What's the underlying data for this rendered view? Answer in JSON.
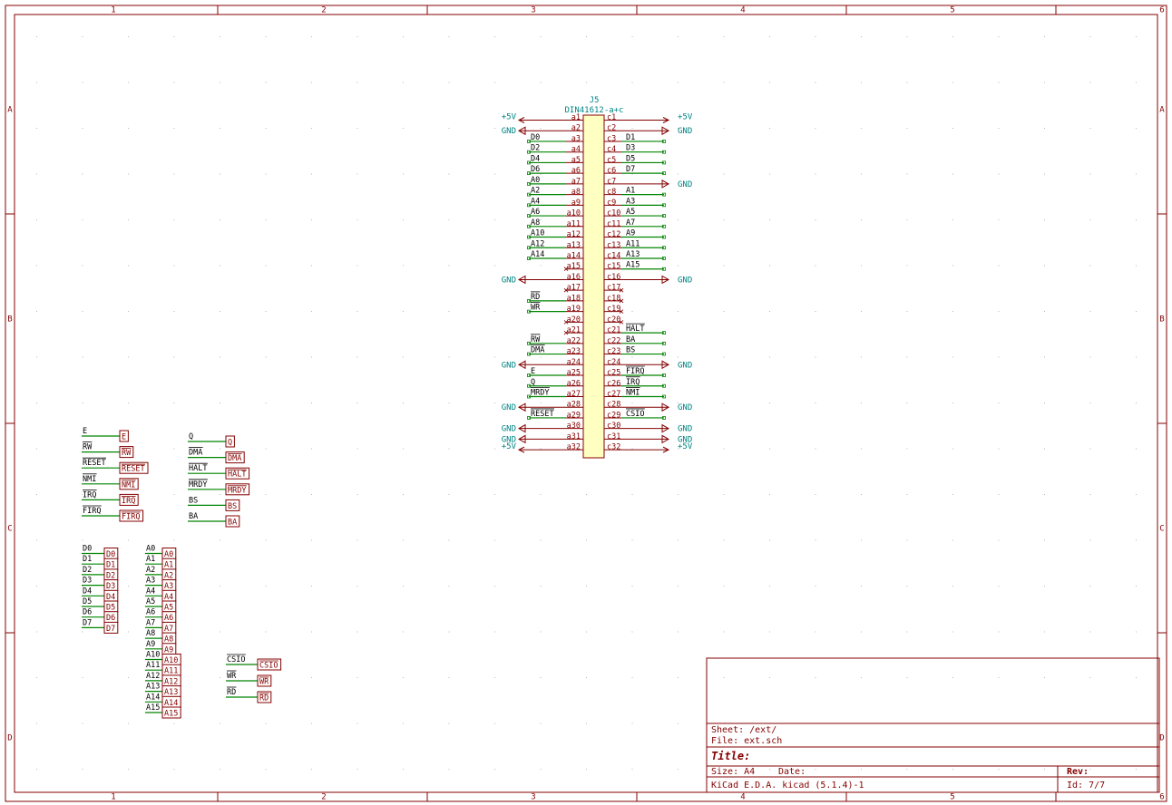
{
  "ruler": {
    "columns": [
      "1",
      "2",
      "3",
      "4",
      "5",
      "6"
    ],
    "rows": [
      "A",
      "B",
      "C",
      "D"
    ]
  },
  "connector": {
    "ref": "J5",
    "value": "DIN41612-a+c",
    "pins_a": [
      {
        "num": "a1",
        "net": "+5V",
        "type": "power"
      },
      {
        "num": "a2",
        "net": "GND",
        "type": "gnd"
      },
      {
        "num": "a3",
        "net": "D0",
        "type": "wire"
      },
      {
        "num": "a4",
        "net": "D2",
        "type": "wire"
      },
      {
        "num": "a5",
        "net": "D4",
        "type": "wire"
      },
      {
        "num": "a6",
        "net": "D6",
        "type": "wire"
      },
      {
        "num": "a7",
        "net": "A0",
        "type": "wire"
      },
      {
        "num": "a8",
        "net": "A2",
        "type": "wire"
      },
      {
        "num": "a9",
        "net": "A4",
        "type": "wire"
      },
      {
        "num": "a10",
        "net": "A6",
        "type": "wire"
      },
      {
        "num": "a11",
        "net": "A8",
        "type": "wire"
      },
      {
        "num": "a12",
        "net": "A10",
        "type": "wire"
      },
      {
        "num": "a13",
        "net": "A12",
        "type": "wire"
      },
      {
        "num": "a14",
        "net": "A14",
        "type": "wire"
      },
      {
        "num": "a15",
        "net": "",
        "type": "nc"
      },
      {
        "num": "a16",
        "net": "GND",
        "type": "gnd"
      },
      {
        "num": "a17",
        "net": "",
        "type": "nc"
      },
      {
        "num": "a18",
        "net": "RD",
        "type": "wire",
        "over": true
      },
      {
        "num": "a19",
        "net": "WR",
        "type": "wire",
        "over": true
      },
      {
        "num": "a20",
        "net": "",
        "type": "nc"
      },
      {
        "num": "a21",
        "net": "",
        "type": "nc"
      },
      {
        "num": "a22",
        "net": "RW",
        "type": "wire",
        "over": true
      },
      {
        "num": "a23",
        "net": "DMA",
        "type": "wire",
        "over": true
      },
      {
        "num": "a24",
        "net": "GND",
        "type": "gnd"
      },
      {
        "num": "a25",
        "net": "E",
        "type": "wire"
      },
      {
        "num": "a26",
        "net": "Q",
        "type": "wire"
      },
      {
        "num": "a27",
        "net": "MRDY",
        "type": "wire",
        "over": true
      },
      {
        "num": "a28",
        "net": "GND",
        "type": "gnd"
      },
      {
        "num": "a29",
        "net": "RESET",
        "type": "wire",
        "over": true
      },
      {
        "num": "a30",
        "net": "GND",
        "type": "gnd"
      },
      {
        "num": "a31",
        "net": "GND",
        "type": "gnd"
      },
      {
        "num": "a32",
        "net": "+5V",
        "type": "power"
      }
    ],
    "pins_c": [
      {
        "num": "c1",
        "net": "+5V",
        "type": "power"
      },
      {
        "num": "c2",
        "net": "GND",
        "type": "gnd"
      },
      {
        "num": "c3",
        "net": "D1",
        "type": "wire"
      },
      {
        "num": "c4",
        "net": "D3",
        "type": "wire"
      },
      {
        "num": "c5",
        "net": "D5",
        "type": "wire"
      },
      {
        "num": "c6",
        "net": "D7",
        "type": "wire"
      },
      {
        "num": "c7",
        "net": "GND",
        "type": "gnd"
      },
      {
        "num": "c8",
        "net": "A1",
        "type": "wire"
      },
      {
        "num": "c9",
        "net": "A3",
        "type": "wire"
      },
      {
        "num": "c10",
        "net": "A5",
        "type": "wire"
      },
      {
        "num": "c11",
        "net": "A7",
        "type": "wire"
      },
      {
        "num": "c12",
        "net": "A9",
        "type": "wire"
      },
      {
        "num": "c13",
        "net": "A11",
        "type": "wire"
      },
      {
        "num": "c14",
        "net": "A13",
        "type": "wire"
      },
      {
        "num": "c15",
        "net": "A15",
        "type": "wire"
      },
      {
        "num": "c16",
        "net": "GND",
        "type": "gnd"
      },
      {
        "num": "c17",
        "net": "",
        "type": "nc"
      },
      {
        "num": "c18",
        "net": "",
        "type": "nc"
      },
      {
        "num": "c19",
        "net": "",
        "type": "nc"
      },
      {
        "num": "c20",
        "net": "",
        "type": "nc"
      },
      {
        "num": "c21",
        "net": "HALT",
        "type": "wire",
        "over": true
      },
      {
        "num": "c22",
        "net": "BA",
        "type": "wire"
      },
      {
        "num": "c23",
        "net": "BS",
        "type": "wire"
      },
      {
        "num": "c24",
        "net": "GND",
        "type": "gnd"
      },
      {
        "num": "c25",
        "net": "FIRQ",
        "type": "wire",
        "over": true
      },
      {
        "num": "c26",
        "net": "IRQ",
        "type": "wire",
        "over": true
      },
      {
        "num": "c27",
        "net": "NMI",
        "type": "wire",
        "over": true
      },
      {
        "num": "c28",
        "net": "GND",
        "type": "gnd"
      },
      {
        "num": "c29",
        "net": "CSIO",
        "type": "wire",
        "over": true
      },
      {
        "num": "c30",
        "net": "GND",
        "type": "gnd"
      },
      {
        "num": "c31",
        "net": "GND",
        "type": "gnd"
      },
      {
        "num": "c32",
        "net": "+5V",
        "type": "power"
      }
    ]
  },
  "global_labels": {
    "ctrl_left": [
      {
        "net": "E",
        "label": "E",
        "over": false
      },
      {
        "net": "RW",
        "label": "RW",
        "over": true
      },
      {
        "net": "RESET",
        "label": "RESET",
        "over": true
      },
      {
        "net": "NMI",
        "label": "NMI",
        "over": true
      },
      {
        "net": "IRQ",
        "label": "IRQ",
        "over": true
      },
      {
        "net": "FIRQ",
        "label": "FIRQ",
        "over": true
      }
    ],
    "ctrl_right": [
      {
        "net": "Q",
        "label": "Q",
        "over": false
      },
      {
        "net": "DMA",
        "label": "DMA",
        "over": true
      },
      {
        "net": "HALT",
        "label": "HALT",
        "over": true
      },
      {
        "net": "MRDY",
        "label": "MRDY",
        "over": true
      },
      {
        "net": "BS",
        "label": "BS",
        "over": false
      },
      {
        "net": "BA",
        "label": "BA",
        "over": false
      }
    ],
    "data": [
      "D0",
      "D1",
      "D2",
      "D3",
      "D4",
      "D5",
      "D6",
      "D7"
    ],
    "addr": [
      "A0",
      "A1",
      "A2",
      "A3",
      "A4",
      "A5",
      "A6",
      "A7",
      "A8",
      "A9",
      "A10",
      "A11",
      "A12",
      "A13",
      "A14",
      "A15"
    ],
    "bus_ctrl": [
      {
        "net": "CSIO",
        "label": "CSIO",
        "over": true
      },
      {
        "net": "WR",
        "label": "WR",
        "over": true
      },
      {
        "net": "RD",
        "label": "RD",
        "over": true
      }
    ]
  },
  "title_block": {
    "sheet": "Sheet: /ext/",
    "file": "File: ext.sch",
    "title": "Title:",
    "size": "Size: A4",
    "date": "Date:",
    "rev": "Rev:",
    "tool": "KiCad E.D.A.  kicad (5.1.4)-1",
    "id": "Id: 7/7"
  }
}
